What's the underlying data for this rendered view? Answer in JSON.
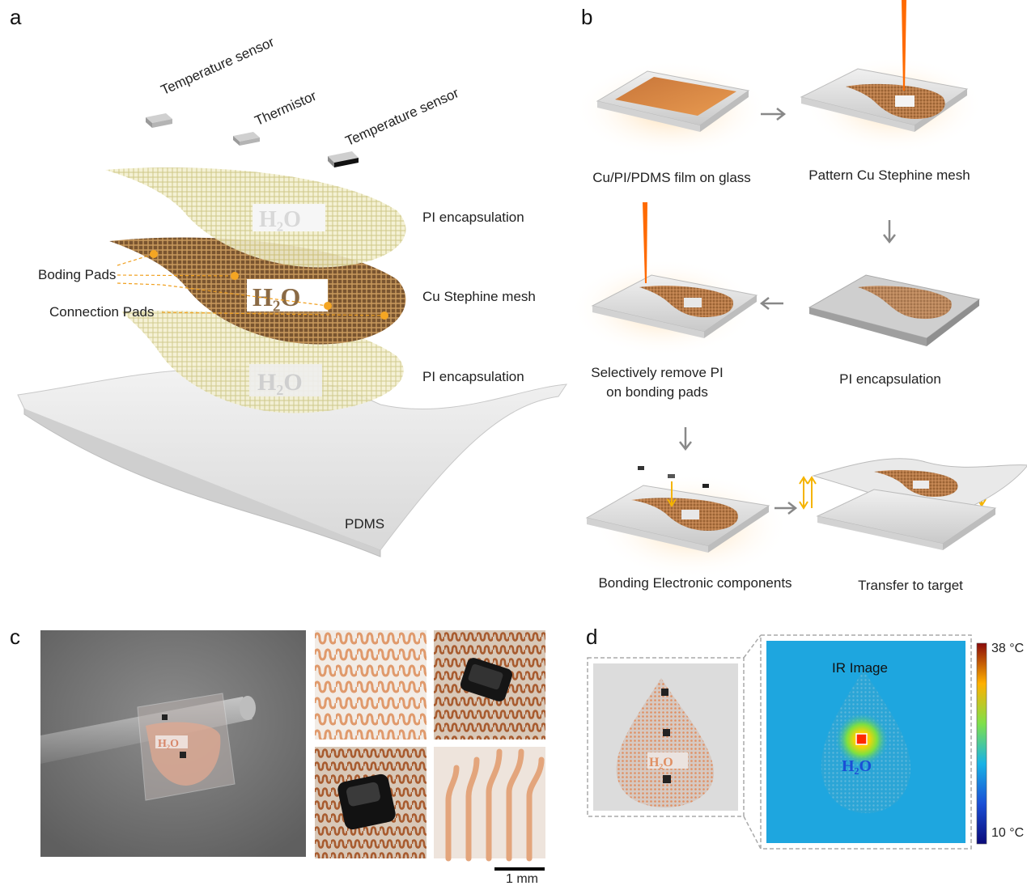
{
  "panels": {
    "a": "a",
    "b": "b",
    "c": "c",
    "d": "d"
  },
  "panel_a": {
    "components": [
      "Temperature sensor",
      "Thermistor",
      "Temperature sensor"
    ],
    "layers": [
      "PI encapsulation",
      "Cu Stephine mesh",
      "PI encapsulation"
    ],
    "substrate": "PDMS",
    "callouts": [
      "Boding Pads",
      "Connection Pads"
    ],
    "logo": "H2O"
  },
  "panel_b": {
    "steps": [
      "Cu/PI/PDMS film on glass",
      "Pattern Cu Stephine mesh",
      "PI encapsulation",
      "Selectively remove PI",
      "on bonding pads",
      "Bonding Electronic components",
      "Transfer to target"
    ]
  },
  "panel_c": {
    "scale_bar": "1 mm"
  },
  "panel_d": {
    "ir_title": "IR Image",
    "colorbar_max": "38 °C",
    "colorbar_min": "10 °C"
  },
  "colors": {
    "copper": "#b07a3e",
    "copper_light": "#e6a978",
    "pi_yellow": "#e8e0a8",
    "laser": "#ff6a00",
    "arrow_yellow": "#f5b400",
    "ir_bg": "#1ea6df"
  }
}
